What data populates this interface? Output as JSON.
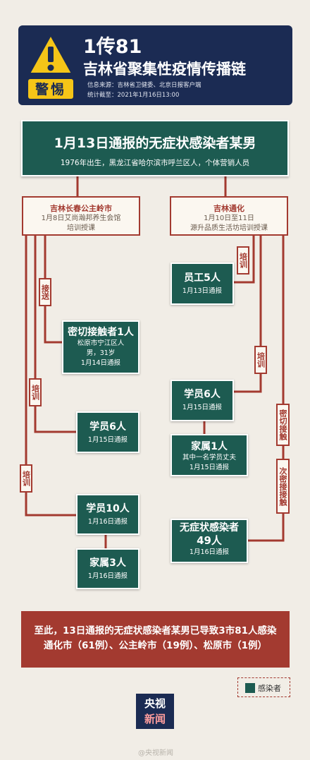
{
  "header": {
    "badge_label": "警惕",
    "title": "1传81",
    "subtitle": "吉林省聚集性疫情传播链",
    "source": "信息来源：吉林省卫健委、北京日报客户端",
    "stats_time": "统计截至：2021年1月16日13:00"
  },
  "main_case": {
    "title": "1月13日通报的无症状感染者某男",
    "desc": "1976年出生，黑龙江省哈尔滨市呼兰区人，个体营销人员"
  },
  "locations": {
    "left": {
      "title": "吉林长春公主岭市",
      "line1": "1月8日艾尚瀚邦养生会馆",
      "line2": "培训授课"
    },
    "right": {
      "title": "吉林通化",
      "line1": "1月10日至11日",
      "line2": "源升品质生活坊培训授课"
    }
  },
  "edge_labels": {
    "jiesong": "接送",
    "peixun_left1": "培训",
    "peixun_left2": "培训",
    "peixun_right1": "培训",
    "peixun_right2": "培训",
    "close_contact": "密切接触",
    "secondary_contact": "次密接接触"
  },
  "cards": {
    "close_contact": {
      "title": "密切接触者1人",
      "line1": "松原市宁江区人",
      "line2": "男，31岁",
      "line3": "1月14日通报"
    },
    "left_student6": {
      "title": "学员6人",
      "line1": "1月15日通报"
    },
    "left_student10": {
      "title": "学员10人",
      "line1": "1月16日通报"
    },
    "left_family3": {
      "title": "家属3人",
      "line1": "1月16日通报"
    },
    "right_staff5": {
      "title": "员工5人",
      "line1": "1月13日通报"
    },
    "right_student6": {
      "title": "学员6人",
      "line1": "1月15日通报"
    },
    "right_family1": {
      "title": "家属1人",
      "line1": "其中一名学员丈夫",
      "line2": "1月15日通报"
    },
    "right_asym49": {
      "title1": "无症状感染者",
      "title2": "49人",
      "line1": "1月16日通报"
    }
  },
  "summary": {
    "line1": "至此，13日通报的无症状感染者某男已导致3市81人感染",
    "line2": "通化市（61例）、公主岭市（19例）、松原市（1例）"
  },
  "legend": {
    "label": "感染者",
    "color": "#1d5b51"
  },
  "logo": {
    "line1": "央视",
    "line2": "新闻"
  },
  "watermark": "@央视新闻",
  "colors": {
    "teal": "#1d5b51",
    "red": "#a33a30",
    "navy": "#1b2b53",
    "warning_yellow": "#f5c518",
    "background": "#f1ede6"
  }
}
